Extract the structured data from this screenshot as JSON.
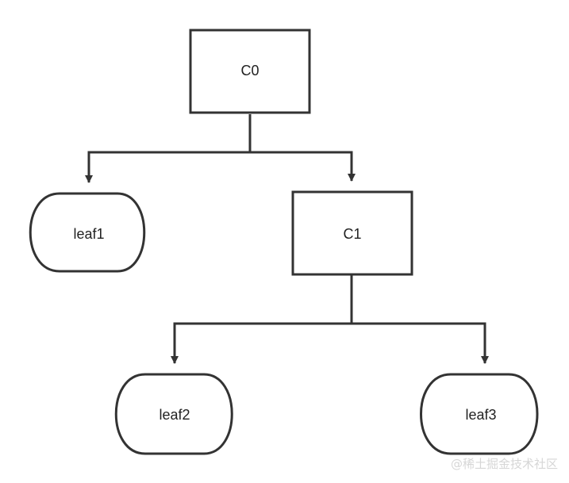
{
  "diagram": {
    "nodes": [
      {
        "id": "c0",
        "label": "C0",
        "shape": "rectangle"
      },
      {
        "id": "leaf1",
        "label": "leaf1",
        "shape": "rounded"
      },
      {
        "id": "c1",
        "label": "C1",
        "shape": "rectangle"
      },
      {
        "id": "leaf2",
        "label": "leaf2",
        "shape": "rounded"
      },
      {
        "id": "leaf3",
        "label": "leaf3",
        "shape": "rounded"
      }
    ],
    "edges": [
      {
        "from": "c0",
        "to": "leaf1"
      },
      {
        "from": "c0",
        "to": "c1"
      },
      {
        "from": "c1",
        "to": "leaf2"
      },
      {
        "from": "c1",
        "to": "leaf3"
      }
    ],
    "colors": {
      "stroke": "#333333",
      "fill": "#ffffff",
      "watermark": "#d6d6d6"
    }
  },
  "watermark": {
    "text": "@稀土掘金技术社区"
  }
}
